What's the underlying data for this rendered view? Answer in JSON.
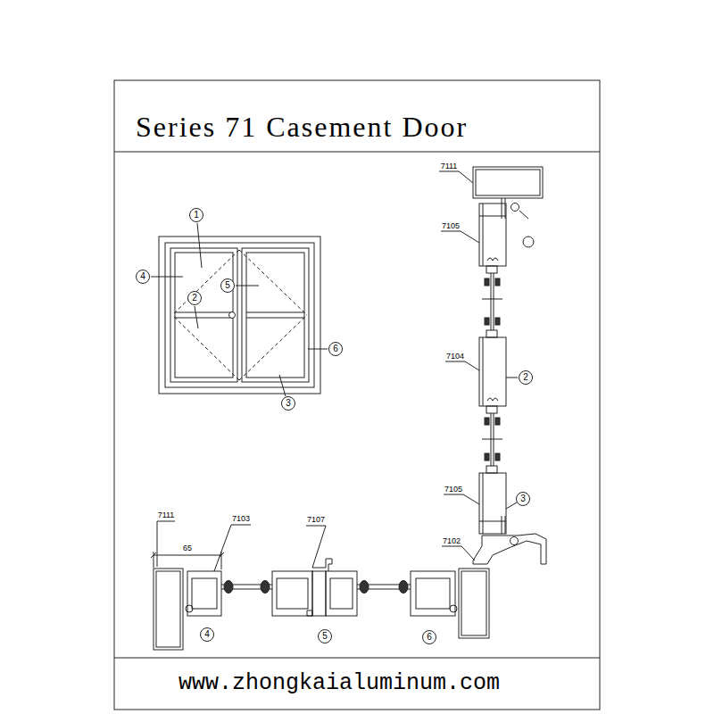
{
  "diagram": {
    "title": "Series 71 Casement Door",
    "caption": "www.zhongkaialuminum.com",
    "labels": [
      "1",
      "4",
      "5",
      "2",
      "6",
      "3",
      "7111",
      "7105",
      "7104",
      "2",
      "7105",
      "3",
      "7102",
      "7111",
      "7103",
      "7107",
      "65",
      "4",
      "5",
      "6"
    ]
  }
}
